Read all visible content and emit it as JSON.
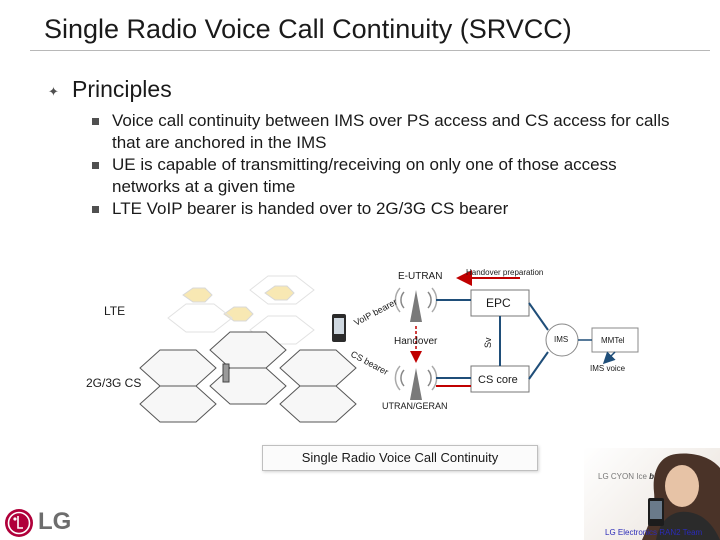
{
  "slide": {
    "title": "Single Radio Voice Call Continuity (SRVCC)",
    "heading": "Principles",
    "bullets": [
      "Voice call continuity between IMS over PS access and CS access for calls that are anchored in the IMS",
      "UE is capable of transmitting/receiving on only one of those access networks at a given time",
      "LTE VoIP bearer is handed over to 2G/3G CS bearer"
    ]
  },
  "diagram": {
    "eutran_label": "E-UTRAN",
    "handover_prep_label": "Handover preparation",
    "lte_label": "LTE",
    "epc_label": "EPC",
    "voip_bearer_label": "VoIP bearer",
    "sv_label": "Sv",
    "handover_label": "Handover",
    "ims_label": "IMS",
    "mmtel_label": "MMTel",
    "ims_voice_label": "IMS voice",
    "cs_bearer_label": "CS bearer",
    "cs_core_label": "CS core",
    "legacy_label": "2G/3G CS",
    "utran_label": "UTRAN/GERAN",
    "caption": "Single Radio Voice Call Continuity",
    "colors": {
      "handover_arrow": "#c00000",
      "link": "#1f4e79",
      "hex_lte": "#f2d675"
    }
  },
  "footer": {
    "logo_text": "LG",
    "ad_brand_prefix": "LG CYON Ice",
    "ad_brand_name": "black",
    "ad_team": "LG Electronics RAN2 Team"
  }
}
